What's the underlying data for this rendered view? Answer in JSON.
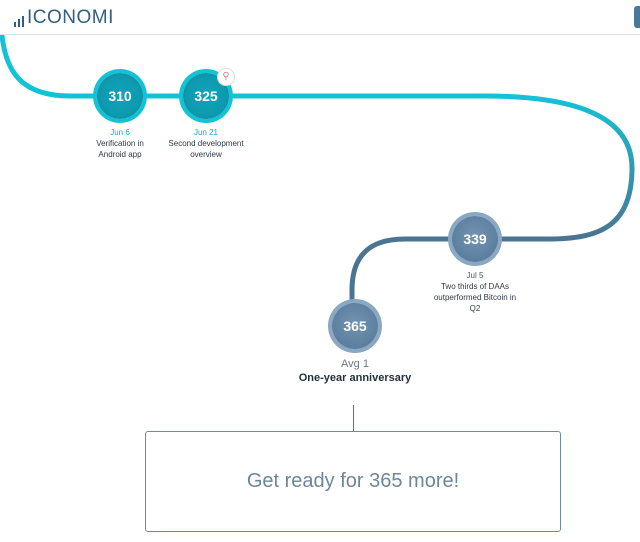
{
  "header": {
    "logo_text": "ICONOMI"
  },
  "milestones": [
    {
      "number": "310",
      "date": "Jun 6",
      "title_lines": [
        "Verification in",
        "Android app"
      ],
      "style": "teal"
    },
    {
      "number": "325",
      "date": "Jun 21",
      "title_lines": [
        "Second development",
        "overview"
      ],
      "style": "teal",
      "badge": "trophy-icon"
    },
    {
      "number": "339",
      "date": "Jul 5",
      "title_lines": [
        "Two thirds of DAAs",
        "outperformed Bitcoin in",
        "Q2"
      ],
      "style": "blue"
    },
    {
      "number": "365",
      "date": "Avg 1",
      "title_lines": [
        "One-year anniversary"
      ],
      "style": "blue"
    }
  ],
  "cta": {
    "text": "Get ready for 365 more!"
  },
  "colors": {
    "brand": "#2f5f82",
    "track_teal": "#14c2d6",
    "track_blue": "#4b7492",
    "date_teal": "#1aa6c1"
  }
}
